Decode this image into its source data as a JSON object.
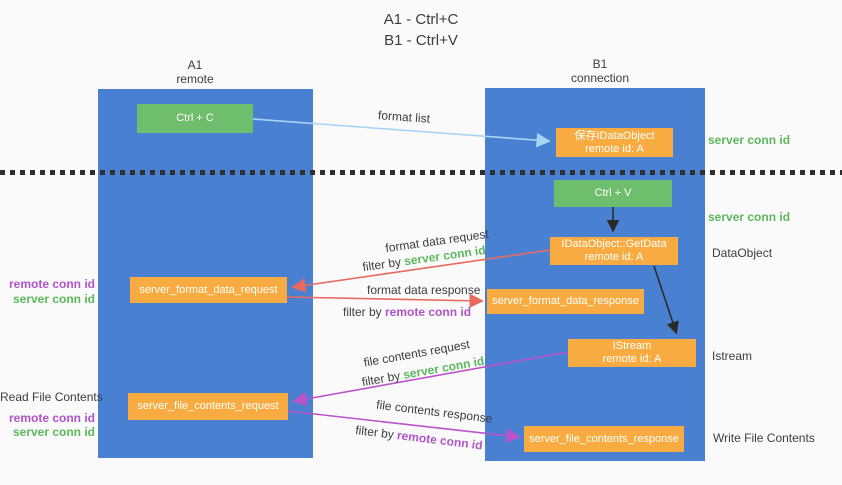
{
  "title": {
    "line1": "A1 - Ctrl+C",
    "line2": "B1 - Ctrl+V"
  },
  "columns": {
    "a": {
      "name": "A1",
      "role": "remote"
    },
    "b": {
      "name": "B1",
      "role": "connection"
    }
  },
  "nodes": {
    "ctrl_c": {
      "label": "Ctrl + C"
    },
    "save_dataobject": {
      "line1": "保存IDataObject",
      "line2": "remote id: A"
    },
    "ctrl_v": {
      "label": "Ctrl + V"
    },
    "getdata": {
      "line1": "IDataObject::GetData",
      "line2": "remote id: A"
    },
    "format_request": {
      "label": "server_format_data_request"
    },
    "format_response": {
      "label": "server_format_data_response"
    },
    "istream": {
      "line1": "IStream",
      "line2": "remote id: A"
    },
    "file_request": {
      "label": "server_file_contents_request"
    },
    "file_response": {
      "label": "server_file_contents_response"
    }
  },
  "flow_labels": {
    "format_list": "format list",
    "format_data_request": "format data request",
    "format_data_request_filter_prefix": "filter by ",
    "format_data_request_filter_key": "server conn id",
    "format_data_response": "format data response",
    "format_data_response_filter_prefix": "filter by ",
    "format_data_response_filter_key": "remote conn id",
    "file_contents_request": "file contents request",
    "file_contents_request_filter_prefix": "filter by ",
    "file_contents_request_filter_key": "server conn id",
    "file_contents_response": "file contents response",
    "file_contents_response_filter_prefix": "filter by ",
    "file_contents_response_filter_key": "remote conn id"
  },
  "side_labels": {
    "right_server_conn_id_top": "server conn id",
    "right_server_conn_id_mid": "server conn id",
    "right_dataobject": "DataObject",
    "right_istream": "Istream",
    "right_write_file_contents": "Write File Contents",
    "left_remote_conn_id_top": "remote conn id",
    "left_server_conn_id_top": "server conn id",
    "left_read_file_contents": "Read File Contents",
    "left_remote_conn_id_bottom": "remote conn id",
    "left_server_conn_id_bottom": "server conn id"
  },
  "colors": {
    "background": "#fafafa",
    "lifeline_blue": "#4a80d2",
    "box_green": "#6fbe6e",
    "box_orange": "#f8ab40",
    "arrow_light_blue": "#a9d5f5",
    "arrow_red": "#e8695e",
    "arrow_purple": "#bb53c9",
    "arrow_black": "#2b2b2b",
    "text_green": "#5cb85c",
    "text_purple": "#b153c9",
    "divider_dark": "#2f2f2f"
  }
}
